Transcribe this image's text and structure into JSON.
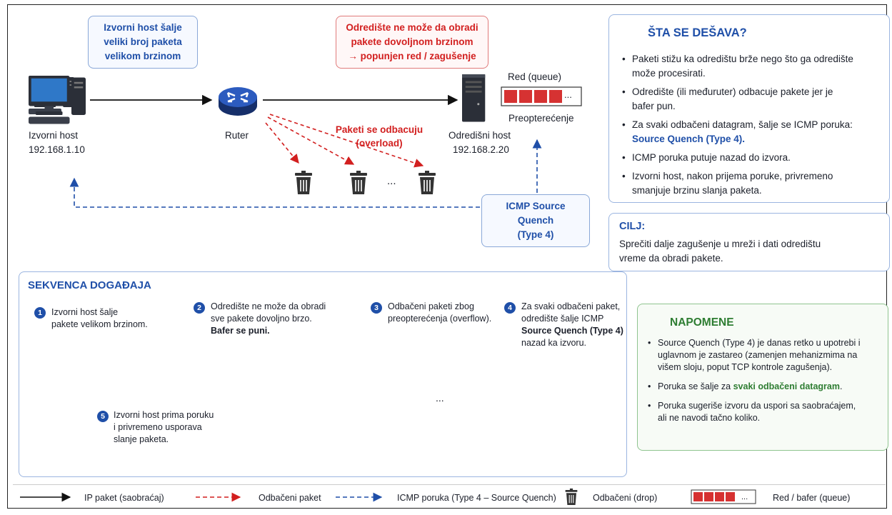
{
  "top": {
    "callout_source": [
      "Izvorni host šalje",
      "veliki broj paketa",
      "velikom brzinom"
    ],
    "callout_dest": [
      "Odredište ne može da obradi",
      "pakete dovoljnom brzinom",
      "→ popunjen red / zagušenje"
    ],
    "source_host": {
      "name": "Izvorni host",
      "ip": "192.168.1.10"
    },
    "router": {
      "name": "Ruter"
    },
    "dest_host": {
      "name": "Odredišni host",
      "ip": "192.168.2.20"
    },
    "queue_label": "Red (queue)",
    "queue_dots": "...",
    "overload_label": "Preopterećenje",
    "dropped_label": [
      "Paketi se odbacuju",
      "(overload)"
    ],
    "trash_dots": "...",
    "icmp_box": [
      "ICMP Source Quench",
      "(Type 4)"
    ]
  },
  "info": {
    "title": "ŠTA SE DEŠAVA?",
    "bullets": [
      [
        "Paketi stižu ka odredištu brže nego što ga odredište",
        "može procesirati."
      ],
      [
        "Odredište (ili međuruter) odbacuje pakete jer je",
        "bafer pun."
      ],
      [
        "Za svaki odbačeni datagram, šalje se ICMP poruka:",
        "Source Quench (Type 4)."
      ],
      [
        "ICMP poruka putuje nazad do izvora."
      ],
      [
        "Izvorni host, nakon prijema poruke, privremeno",
        "smanjuje brzinu slanja paketa."
      ]
    ]
  },
  "goal": {
    "title": "CILJ:",
    "lines": [
      "Sprečiti dalje zagušenje u mreži i dati odredištu",
      "vreme da obradi pakete."
    ]
  },
  "sequence": {
    "title": "SEKVENCA DOGAĐAJA",
    "steps": [
      {
        "n": "1",
        "lines": [
          "Izvorni host šalje",
          "pakete velikom brzinom."
        ]
      },
      {
        "n": "2",
        "lines": [
          "Odredište ne može da obradi",
          "sve pakete dovoljno brzo.",
          "Bafer se puni."
        ]
      },
      {
        "n": "3",
        "lines": [
          "Odbačeni paketi zbog",
          "preopterećenja (overflow)."
        ]
      },
      {
        "n": "4",
        "lines": [
          "Za svaki odbačeni paket,",
          "odredište šalje ICMP",
          "Source Quench (Type 4)",
          "nazad ka izvoru."
        ]
      },
      {
        "n": "5",
        "lines": [
          "Izvorni host prima poruku",
          "i privremeno usporava",
          "slanje paketa."
        ]
      }
    ],
    "trash_dots": "..."
  },
  "notes": {
    "title": "NAPOMENE",
    "bullets": [
      [
        "Source Quench (Type 4) je danas retko u upotrebi i",
        "uglavnom je zastareo (zamenjen mehanizmima na",
        "višem sloju, poput TCP kontrole zagušenja)."
      ],
      [
        "Poruka se šalje za ",
        "svaki odbačeni datagram",
        "."
      ],
      [
        "Poruka sugeriše izvoru da uspori sa saobraćajem,",
        "ali ne navodi tačno koliko."
      ]
    ]
  },
  "legend": {
    "items": [
      "IP paket (saobraćaj)",
      "Odbačeni paket",
      "ICMP poruka (Type 4 – Source Quench)",
      "Odbačeni (drop)",
      "Red / bafer (queue)"
    ],
    "queue_dots": "..."
  },
  "colors": {
    "blue": "#1f4fa8",
    "red": "#d21f1f",
    "green": "#2e7d32",
    "dark": "#1b1f2a"
  }
}
